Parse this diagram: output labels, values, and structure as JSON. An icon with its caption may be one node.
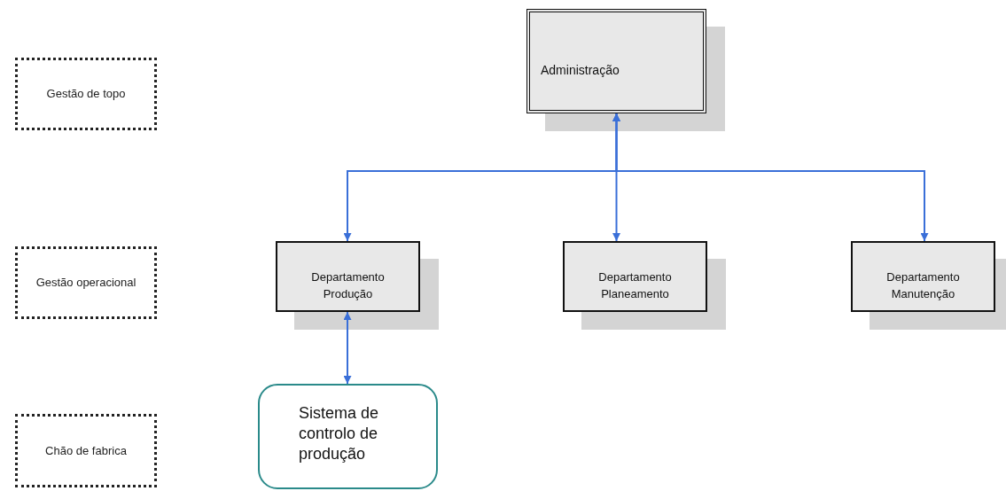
{
  "diagram": {
    "nodes": [
      {
        "text": [
          "Gestão de topo"
        ]
      },
      {
        "text": [
          "Administração"
        ]
      },
      {
        "text": [
          "Gestão operacional"
        ]
      },
      {
        "text": [
          "Departamento Produção"
        ]
      },
      {
        "text": [
          "Departamento Planeamento"
        ]
      },
      {
        "text": [
          "Departamento Manutenção"
        ]
      },
      {
        "text": [
          "Chão de fabrica"
        ]
      },
      {
        "text": [
          "Sistema de controlo de produção"
        ]
      }
    ],
    "edges": [
      {
        "from": 1,
        "to": 3,
        "arrow": "both"
      },
      {
        "from": 1,
        "to": 4,
        "arrow": "both"
      },
      {
        "from": 1,
        "to": 5,
        "arrow": "both"
      },
      {
        "from": 3,
        "to": 7,
        "arrow": "both"
      }
    ]
  }
}
